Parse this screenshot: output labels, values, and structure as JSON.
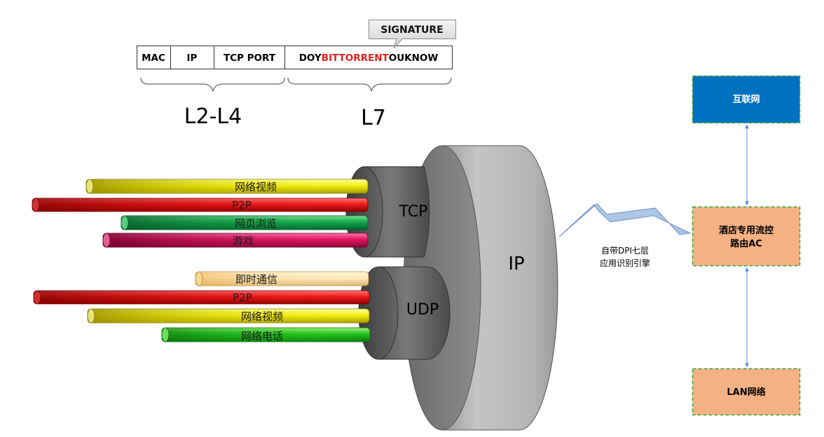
{
  "packet": {
    "fields": [
      "MAC",
      "IP",
      "TCP PORT"
    ],
    "payload": {
      "prefix": "DOY",
      "highlight": "BITTORRENT",
      "suffix": "OUKNOW"
    },
    "signature_callout": "SIGNATURE"
  },
  "layers": {
    "l2_l4": "L2-L4",
    "l7": "L7"
  },
  "cylinders": {
    "tcp": "TCP",
    "udp": "UDP",
    "ip": "IP"
  },
  "pipes": {
    "tcp": [
      "网络视频",
      "P2P",
      "网页浏览",
      "游戏"
    ],
    "udp": [
      "即时通信",
      "P2P",
      "网络视频",
      "网络电话"
    ]
  },
  "dpi": {
    "line1": "自带DPI七层",
    "line2": "应用识别引擎"
  },
  "network": {
    "internet": "互联网",
    "router_line1": "酒店专用流控",
    "router_line2": "路由AC",
    "lan": "LAN网络"
  },
  "colors": {
    "highlight_red": "#e0201e",
    "internet_blue": "#0070c0",
    "node_orange": "#f4b183",
    "node_border_green": "#3ba53b",
    "link_blue": "#5b8fd6",
    "lightning_fill": "#aec6e6",
    "lightning_stroke": "#6f8fc4"
  }
}
